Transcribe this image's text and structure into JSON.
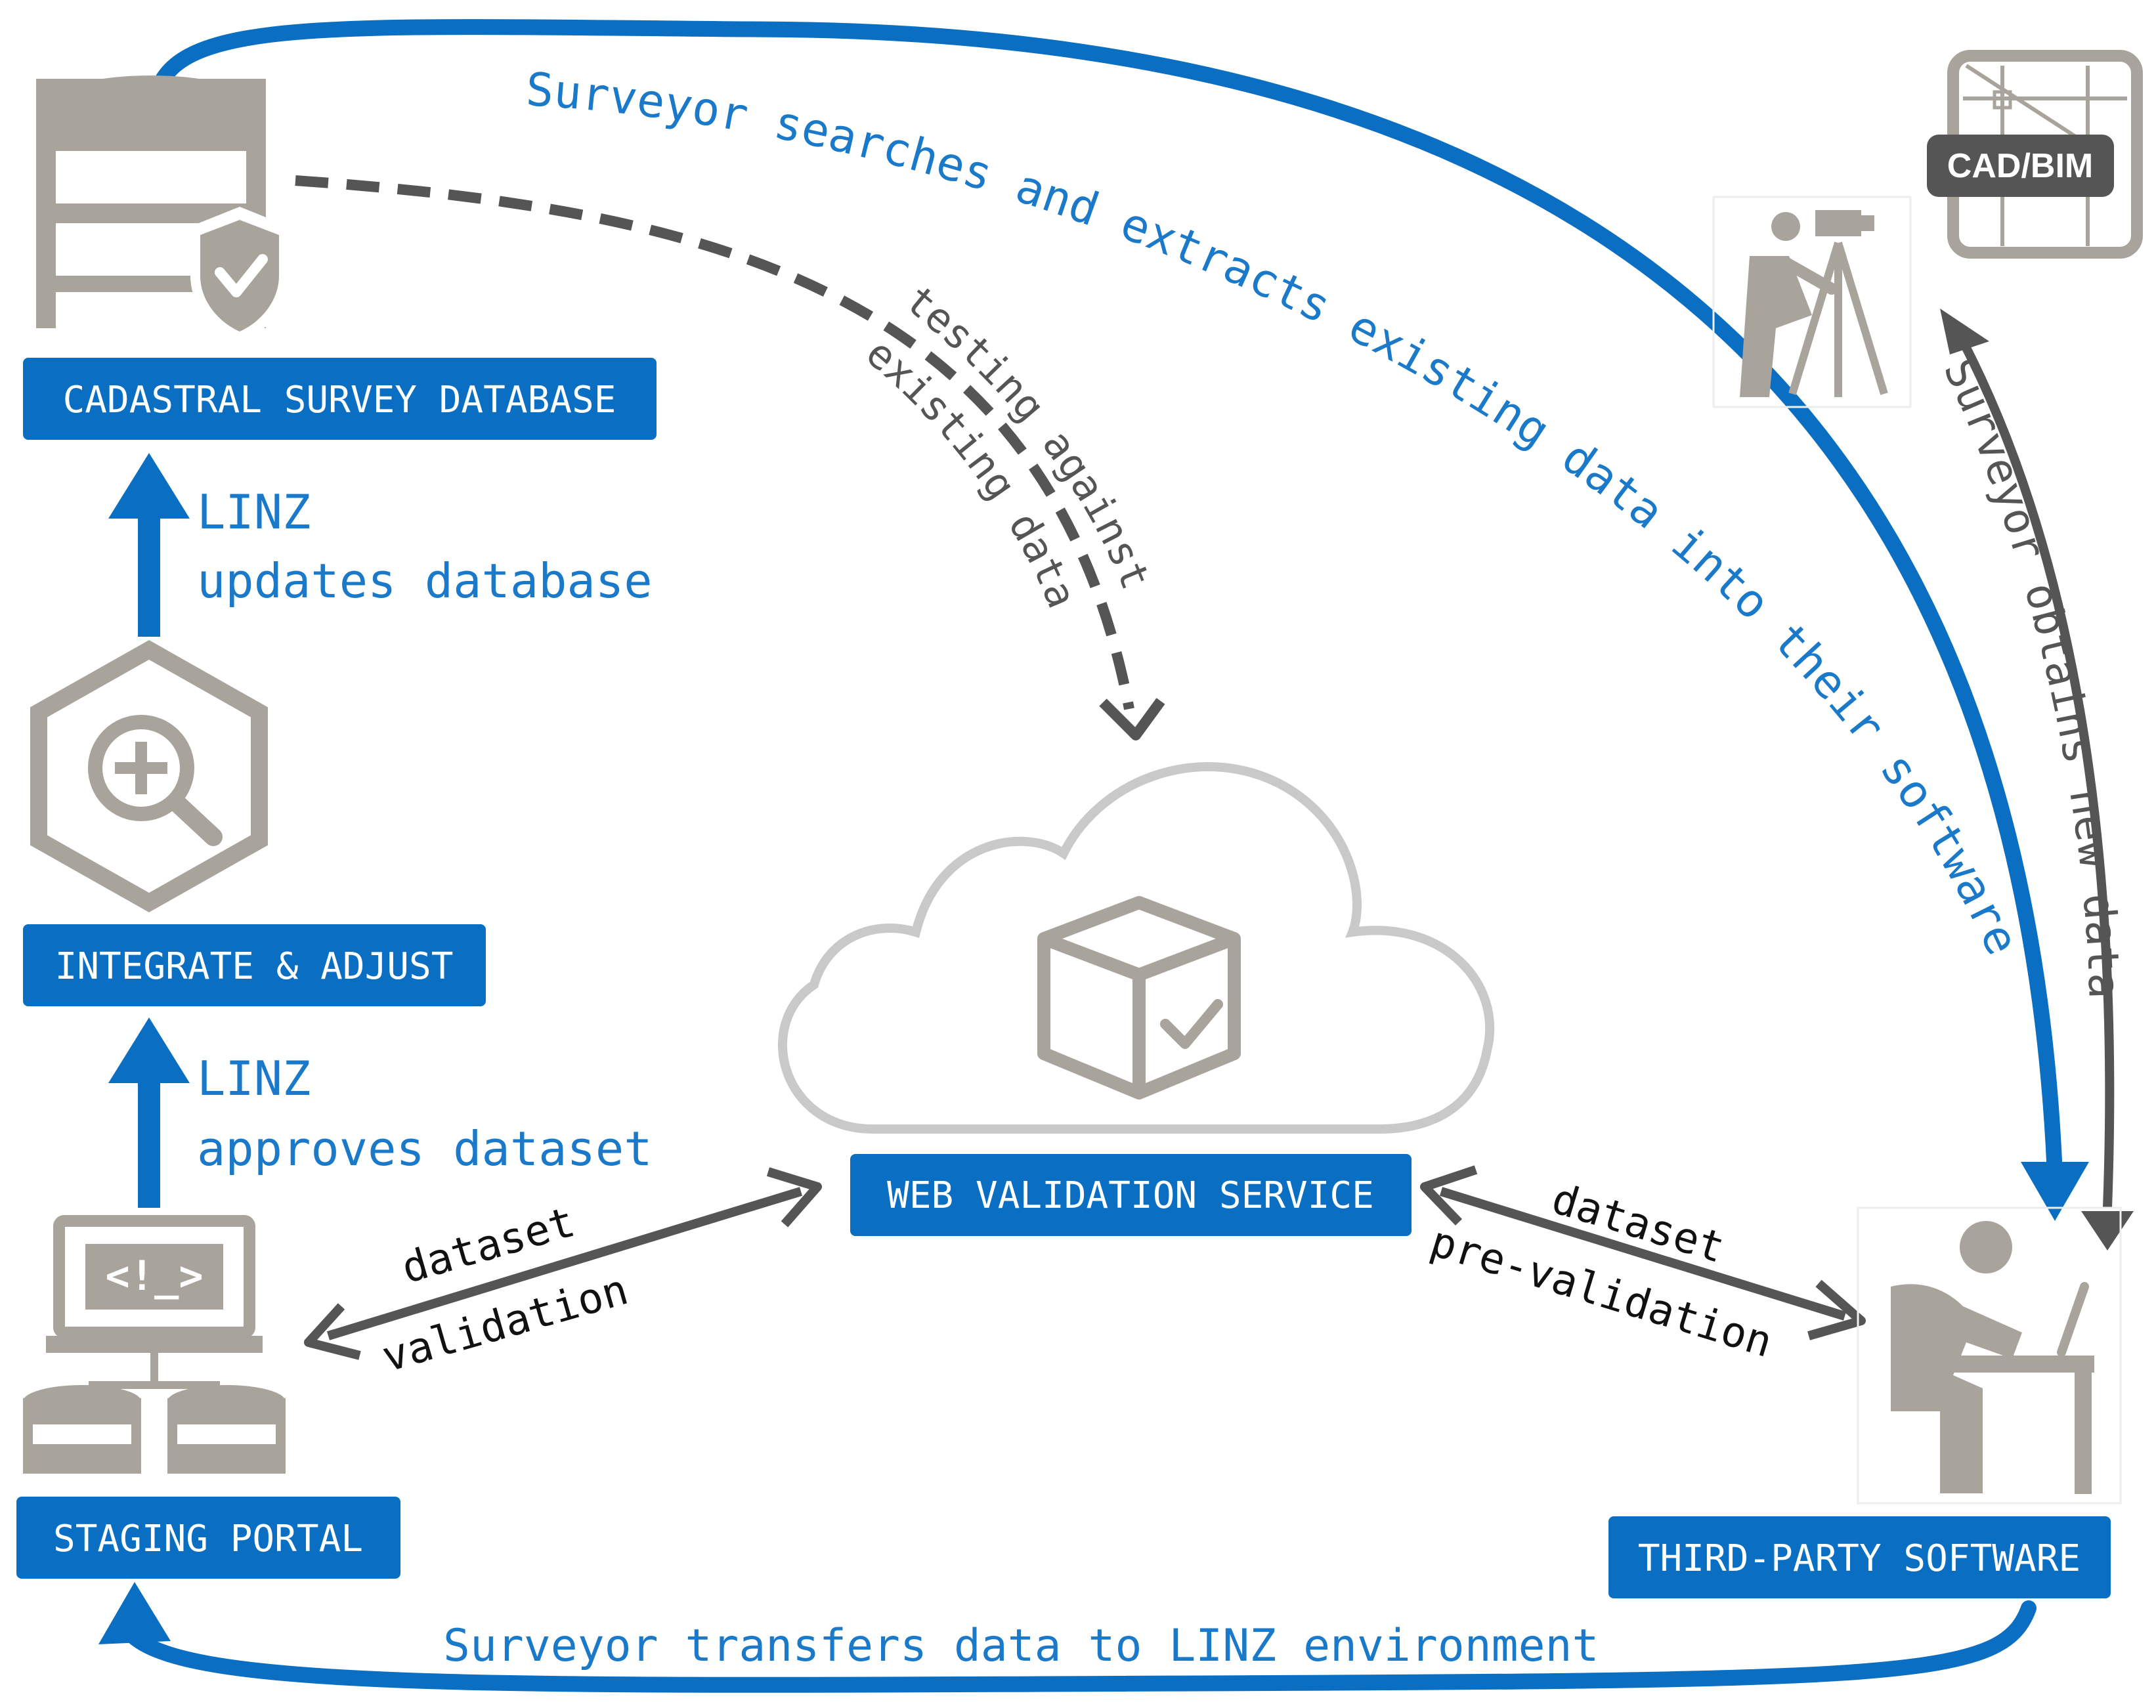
{
  "colors": {
    "brand_blue": "#0a6fc2",
    "flow_blue": "#0a6fc2",
    "label_blue": "#1a79c9",
    "gray_arrow": "#555555",
    "icon_gray": "#a9a49b",
    "cloud_stroke": "#c9c9c9",
    "white": "#ffffff"
  },
  "nodes": {
    "database": "CADASTRAL SURVEY DATABASE",
    "integrate": "INTEGRATE & ADJUST",
    "staging": "STAGING PORTAL",
    "web": "WEB VALIDATION SERVICE",
    "third_party": "THIRD-PARTY SOFTWARE"
  },
  "icons": {
    "database": "database-shield-icon",
    "integrate": "hex-magnifier-icon",
    "staging": "laptop-code-icon",
    "cloud": "cloud-package-check-icon",
    "surveyor": "surveyor-tripod-icon",
    "cad": "cad-bim-icon",
    "third_party": "person-at-desk-icon"
  },
  "cad_label": "CAD/BIM",
  "flows": {
    "searches": "Surveyor searches and extracts existing data into their software",
    "obtains": "Surveyor obtains new data",
    "transfers": "Surveyor transfers data to LINZ environment",
    "testing_line1": "testing against",
    "testing_line2": "existing data",
    "updates_line1": "LINZ",
    "updates_line2": "updates database",
    "approves_line1": "LINZ",
    "approves_line2": "approves dataset",
    "validation_line1": "dataset",
    "validation_line2": "validation",
    "prevalidation_line1": "dataset",
    "prevalidation_line2": "pre-validation"
  }
}
